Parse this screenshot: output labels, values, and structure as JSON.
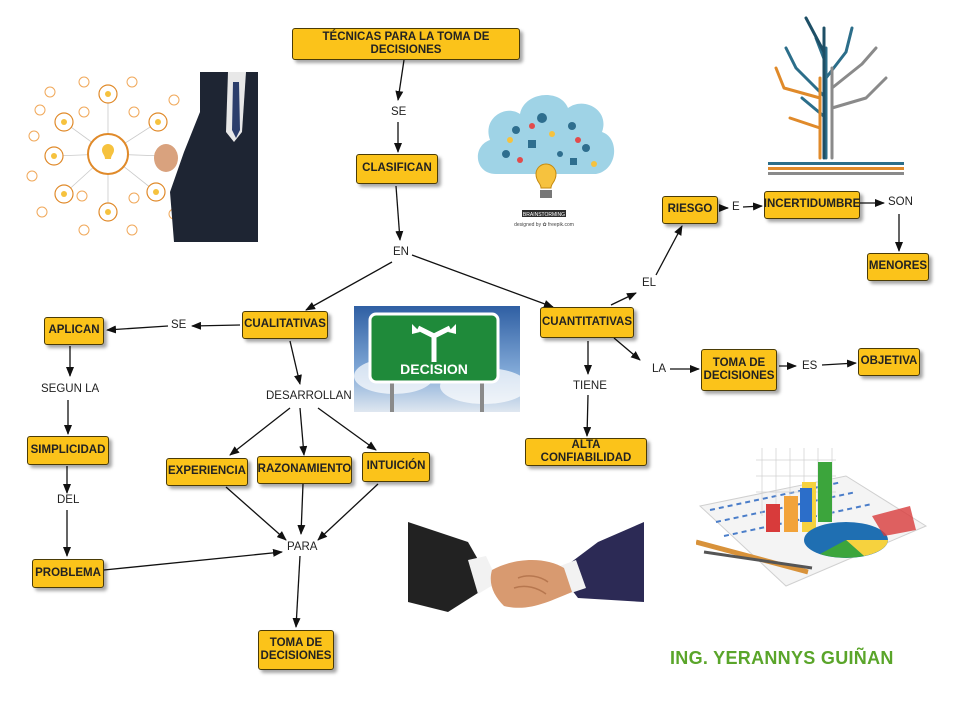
{
  "nodes": {
    "tecnicas": "TÉCNICAS PARA LA TOMA DE DECISIONES",
    "clasifican": "CLASIFICAN",
    "cualitativas": "CUALITATIVAS",
    "cuantitativas": "CUANTITATIVAS",
    "aplican": "APLICAN",
    "simplicidad": "SIMPLICIDAD",
    "problema": "PROBLEMA",
    "experiencia": "EXPERIENCIA",
    "razonamiento": "RAZONAMIENTO",
    "intuicion": "INTUICIÓN",
    "toma_decisiones_bottom": "TOMA DE DECISIONES",
    "riesgo": "RIESGO",
    "incertidumbre": "INCERTIDUMBRE",
    "menores": "MENORES",
    "toma_decisiones_right": "TOMA DE DECISIONES",
    "objetiva": "OBJETIVA",
    "alta_confiabilidad": "ALTA CONFIABILIDAD"
  },
  "connectors": {
    "se_top": "SE",
    "en": "EN",
    "se_left": "SE",
    "segun_la": "SEGUN LA",
    "del": "DEL",
    "desarrollan": "DESARROLLAN",
    "para": "PARA",
    "el": "EL",
    "e": "E",
    "son": "SON",
    "la": "LA",
    "es": "ES",
    "tiene": "TIENE"
  },
  "images": {
    "decision_sign_text": "DECISION",
    "brainstorm_caption": "BRAINSTORMING",
    "brainstorm_credit": "designed by ✿ freepik.com"
  },
  "author": "ING. YERANNYS GUIÑAN",
  "colors": {
    "node_fill": "#fbc31a",
    "node_border": "#4a3b06",
    "author_text": "#5aa52a",
    "sign_green": "#1f8a3a"
  }
}
